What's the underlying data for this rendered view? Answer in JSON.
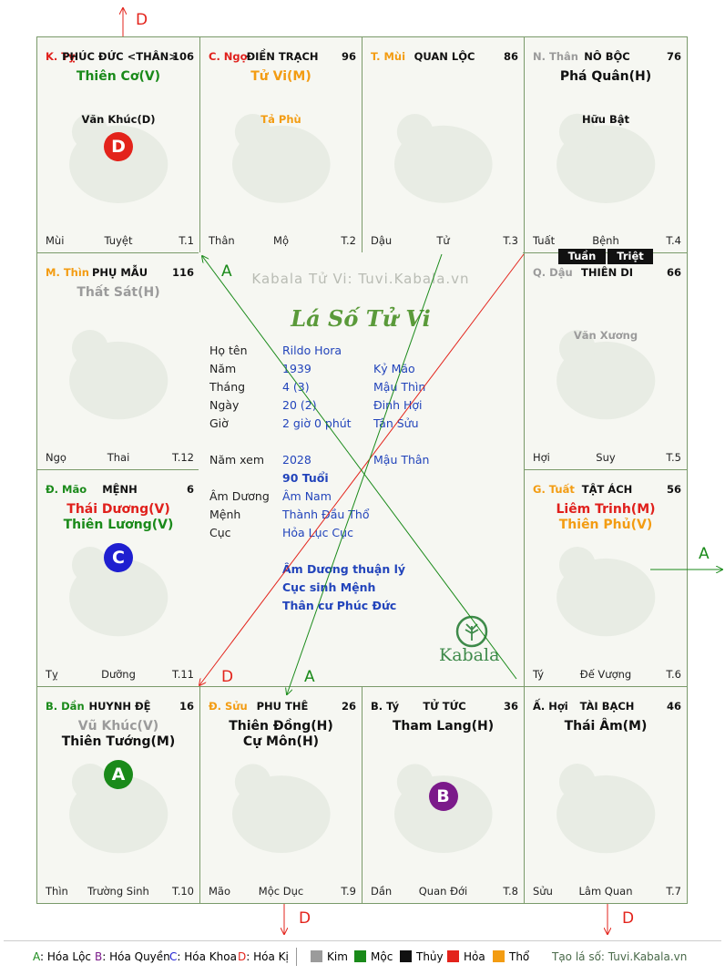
{
  "cells": [
    {
      "id": "ty",
      "chi": "K. Tỵ",
      "chi_color": "#e0201c",
      "name": "PHÚC ĐỨC <THÂN>",
      "num": "106",
      "stars": [
        {
          "t": "Thiên Cơ(V)",
          "c": "#1a8a1a"
        }
      ],
      "minor": [
        "Văn Khúc(D)"
      ],
      "badge": {
        "t": "D",
        "c": "#e3231b"
      },
      "b1": "Mùi",
      "b2": "Tuyệt",
      "b3": "T.1"
    },
    {
      "id": "ngo",
      "chi": "C. Ngọ",
      "chi_color": "#e0201c",
      "name": "ĐIỀN TRẠCH",
      "num": "96",
      "stars": [
        {
          "t": "Tử Vi(M)",
          "c": "#f39c12"
        }
      ],
      "minor": [
        "Tả Phù"
      ],
      "minor_color": "#f39c12",
      "b1": "Thân",
      "b2": "Mộ",
      "b3": "T.2"
    },
    {
      "id": "mui",
      "chi": "T. Mùi",
      "chi_color": "#f39c12",
      "name": "QUAN LỘC",
      "num": "86",
      "stars": [],
      "minor": [],
      "b1": "Dậu",
      "b2": "Tử",
      "b3": "T.3"
    },
    {
      "id": "than",
      "chi": "N. Thân",
      "chi_color": "#9b9b9b",
      "name": "NÔ BỘC",
      "num": "76",
      "stars": [
        {
          "t": "Phá Quân(H)",
          "c": "#111"
        }
      ],
      "minor": [
        "Hữu Bật"
      ],
      "b1": "Tuất",
      "b2": "Bệnh",
      "b3": "T.4"
    },
    {
      "id": "thin",
      "chi": "M. Thìn",
      "chi_color": "#f39c12",
      "name": "PHỤ MẪU",
      "num": "116",
      "stars": [
        {
          "t": "Thất Sát(H)",
          "c": "#9b9b9b"
        }
      ],
      "minor": [],
      "b1": "Ngọ",
      "b2": "Thai",
      "b3": "T.12"
    },
    {
      "id": "dau",
      "chi": "Q. Dậu",
      "chi_color": "#9b9b9b",
      "name": "THIÊN DI",
      "num": "66",
      "stars": [],
      "minor": [
        "Văn Xương"
      ],
      "minor_color": "#9b9b9b",
      "b1": "Hợi",
      "b2": "Suy",
      "b3": "T.5"
    },
    {
      "id": "mao",
      "chi": "Đ. Mão",
      "chi_color": "#1a8a1a",
      "name": "MỆNH",
      "num": "6",
      "stars": [
        {
          "t": "Thái Dương(V)",
          "c": "#e0201c"
        },
        {
          "t": "Thiên Lương(V)",
          "c": "#1a8a1a"
        }
      ],
      "minor": [],
      "badge": {
        "t": "C",
        "c": "#1f1fd0"
      },
      "b1": "Tỵ",
      "b2": "Dưỡng",
      "b3": "T.11"
    },
    {
      "id": "tuat",
      "chi": "G. Tuất",
      "chi_color": "#f39c12",
      "name": "TẬT ÁCH",
      "num": "56",
      "stars": [
        {
          "t": "Liêm Trinh(M)",
          "c": "#e0201c"
        },
        {
          "t": "Thiên Phủ(V)",
          "c": "#f39c12"
        }
      ],
      "minor": [],
      "b1": "Tý",
      "b2": "Đế Vượng",
      "b3": "T.6"
    },
    {
      "id": "dan",
      "chi": "B. Dần",
      "chi_color": "#1a8a1a",
      "name": "HUYNH ĐỆ",
      "num": "16",
      "stars": [
        {
          "t": "Vũ Khúc(V)",
          "c": "#9b9b9b"
        },
        {
          "t": "Thiên Tướng(M)",
          "c": "#111"
        }
      ],
      "minor": [],
      "badge": {
        "t": "A",
        "c": "#1a8a1a"
      },
      "b1": "Thìn",
      "b2": "Trường Sinh",
      "b3": "T.10"
    },
    {
      "id": "suu",
      "chi": "Đ. Sửu",
      "chi_color": "#f39c12",
      "name": "PHU THÊ",
      "num": "26",
      "stars": [
        {
          "t": "Thiên Đồng(H)",
          "c": "#111"
        },
        {
          "t": "Cự Môn(H)",
          "c": "#111"
        }
      ],
      "minor": [],
      "b1": "Mão",
      "b2": "Mộc Dục",
      "b3": "T.9"
    },
    {
      "id": "ti",
      "chi": "B. Tý",
      "chi_color": "#111",
      "name": "TỬ TỨC",
      "num": "36",
      "stars": [
        {
          "t": "Tham Lang(H)",
          "c": "#111"
        }
      ],
      "minor": [],
      "badge": {
        "t": "B",
        "c": "#7b1a8a"
      },
      "b1": "Dần",
      "b2": "Quan Đới",
      "b3": "T.8"
    },
    {
      "id": "hoi",
      "chi": "Ấ. Hợi",
      "chi_color": "#111",
      "name": "TÀI BẠCH",
      "num": "46",
      "stars": [
        {
          "t": "Thái Âm(M)",
          "c": "#111"
        }
      ],
      "minor": [],
      "b1": "Sửu",
      "b2": "Lâm Quan",
      "b3": "T.7"
    }
  ],
  "tags": {
    "tuan": "Tuần",
    "triet": "Triệt"
  },
  "center": {
    "watermark": "Kabala Tử Vi: Tuvi.Kabala.vn",
    "heading": "Lá Số Tử Vi",
    "rows": [
      {
        "l": "Họ tên",
        "v": "Rildo Hora",
        "v2": ""
      },
      {
        "l": "Năm",
        "v": "1939",
        "v2": "Kỷ Mão"
      },
      {
        "l": "Tháng",
        "v": "4  (3)",
        "v2": "Mậu Thìn"
      },
      {
        "l": "Ngày",
        "v": "20  (2)",
        "v2": "Đinh Hợi"
      },
      {
        "l": "Giờ",
        "v": "2 giờ 0 phút",
        "v2": "Tân Sửu"
      }
    ],
    "nam_xem_label": "Năm xem",
    "nam_xem": "2028",
    "nam_xem_can": "Mậu Thân",
    "tuoi": "90 Tuổi",
    "rows2": [
      {
        "l": "Âm Dương",
        "v": "Âm Nam"
      },
      {
        "l": "Mệnh",
        "v": "Thành Đầu Thổ"
      },
      {
        "l": "Cục",
        "v": "Hỏa Lục Cục"
      }
    ],
    "notes": [
      "Âm Dương thuận lý",
      "Cục sinh Mệnh",
      "Thân cư Phúc Đức"
    ],
    "logo": "Kabala"
  },
  "arrows": {
    "top": "D",
    "right": "A",
    "bottom_left": "D",
    "bottom_right": "D",
    "diag_a1": "A",
    "diag_d": "D",
    "diag_a2": "A"
  },
  "legend": {
    "a": "A",
    "a_t": ": Hóa Lộc",
    "b": "B",
    "b_t": ": Hóa Quyền",
    "c": "C",
    "c_t": ": Hóa Khoa",
    "d": "D",
    "d_t": ": Hóa Kị",
    "kim": "Kim",
    "moc": "Mộc",
    "thuy": "Thủy",
    "hoa": "Hỏa",
    "tho": "Thổ",
    "link": "Tạo lá số: Tuvi.Kabala.vn",
    "colors": {
      "kim": "#9b9b9b",
      "moc": "#1a8a1a",
      "thuy": "#111111",
      "hoa": "#e3231b",
      "tho": "#f39c12"
    }
  }
}
